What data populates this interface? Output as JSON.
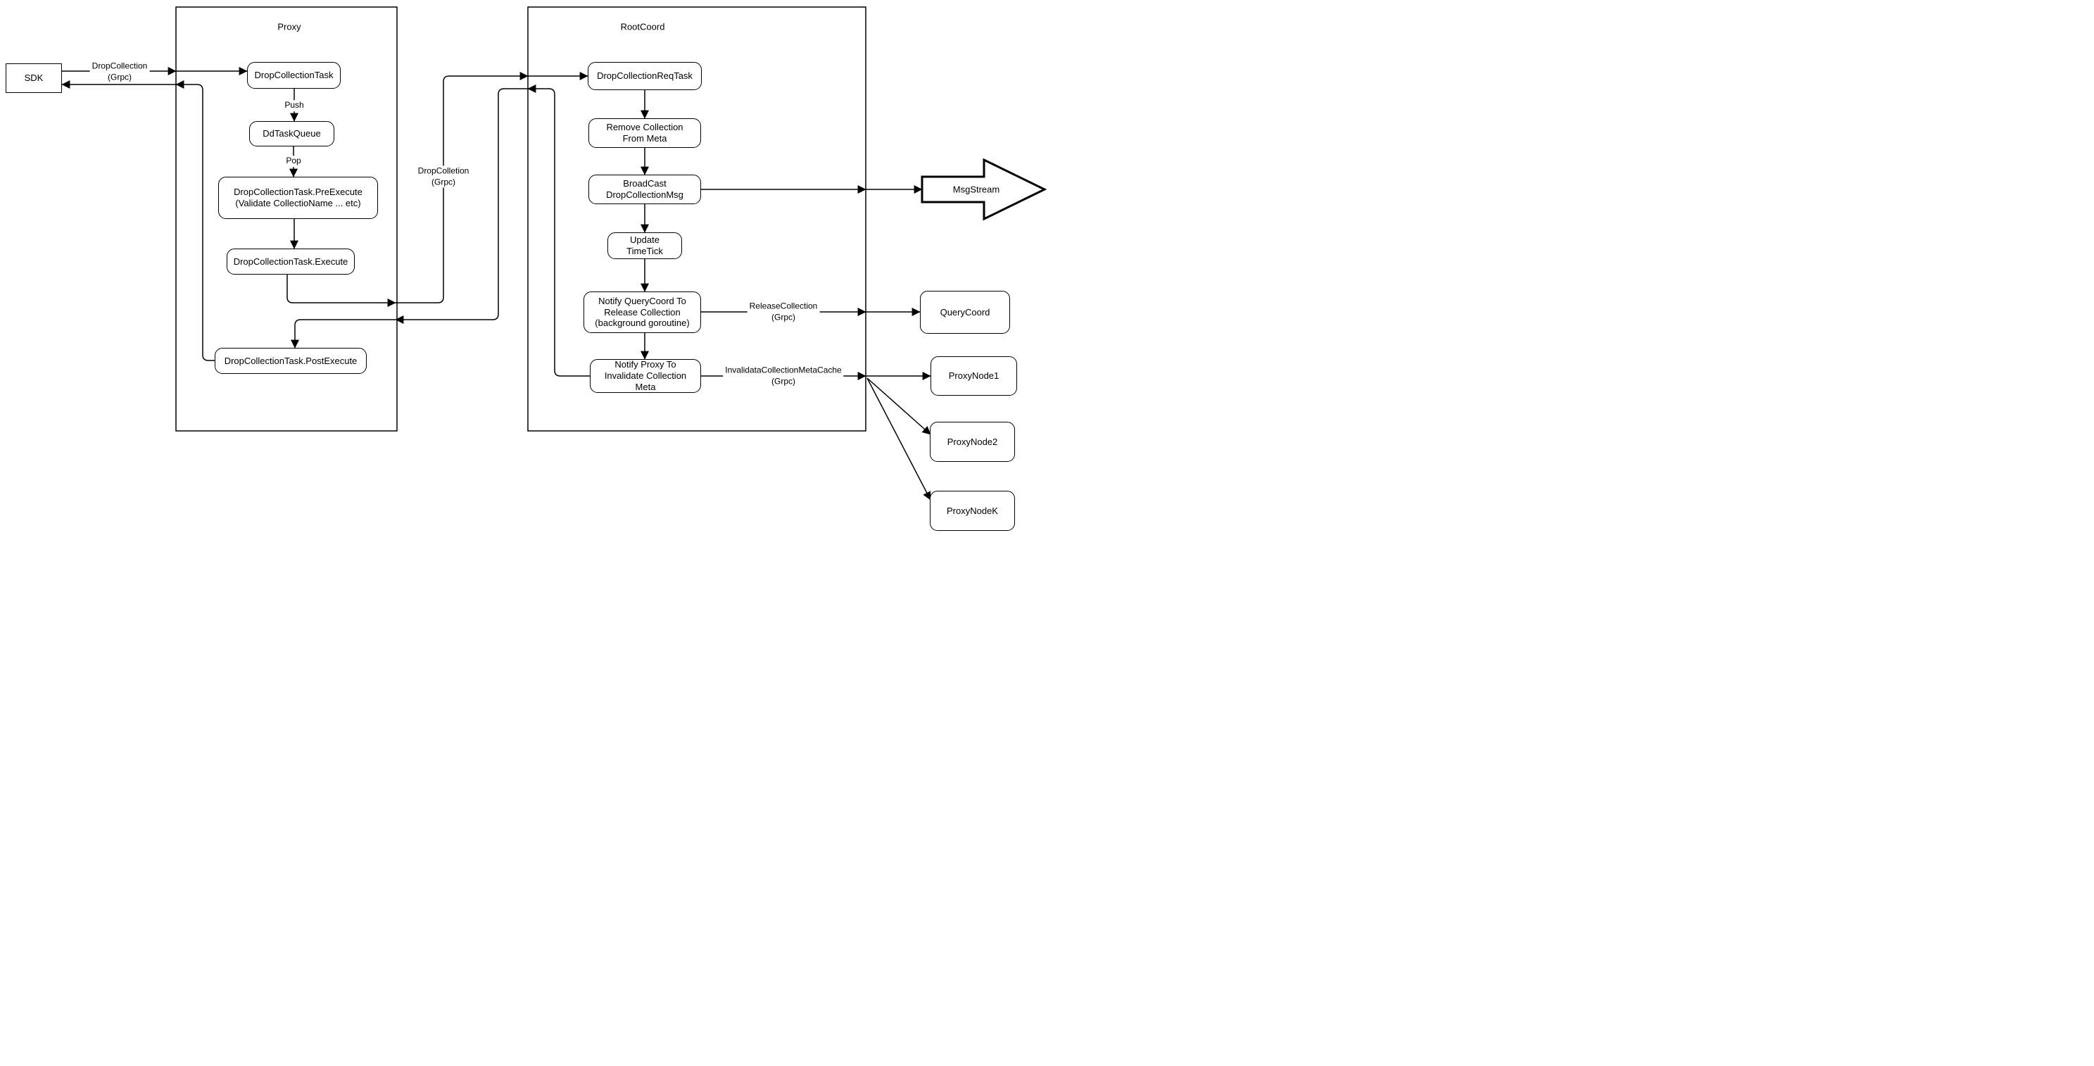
{
  "containers": {
    "proxy": {
      "title": "Proxy"
    },
    "rootcoord": {
      "title": "RootCoord"
    }
  },
  "nodes": {
    "sdk": {
      "label": "SDK"
    },
    "drop_collection_task": {
      "label": "DropCollectionTask"
    },
    "dd_task_queue": {
      "label": "DdTaskQueue"
    },
    "pre_execute": {
      "lines": [
        "DropCollectionTask.PreExecute",
        "(Validate CollectioName ... etc)"
      ]
    },
    "execute": {
      "label": "DropCollectionTask.Execute"
    },
    "post_execute": {
      "label": "DropCollectionTask.PostExecute"
    },
    "drop_collection_req_task": {
      "label": "DropCollectionReqTask"
    },
    "remove_collection": {
      "lines": [
        "Remove Collection",
        "From Meta"
      ]
    },
    "broadcast": {
      "lines": [
        "BroadCast",
        "DropCollectionMsg"
      ]
    },
    "update_timetick": {
      "label": "Update TimeTick"
    },
    "notify_querycoord": {
      "lines": [
        "Notify QueryCoord To",
        "Release Collection",
        "(background goroutine)"
      ]
    },
    "notify_proxy": {
      "lines": [
        "Notify Proxy To",
        "Invalidate Collection Meta"
      ]
    },
    "msgstream": {
      "label": "MsgStream"
    },
    "querycoord": {
      "label": "QueryCoord"
    },
    "proxynode1": {
      "label": "ProxyNode1"
    },
    "proxynode2": {
      "label": "ProxyNode2"
    },
    "proxynodek": {
      "label": "ProxyNodeK"
    }
  },
  "edge_labels": {
    "sdk_grpc": {
      "lines": [
        "DropCollection",
        "(Grpc)"
      ]
    },
    "push": {
      "label": "Push"
    },
    "pop": {
      "label": "Pop"
    },
    "proxy_rootcoord_grpc": {
      "lines": [
        "DropColletion",
        "(Grpc)"
      ]
    },
    "release_collection": {
      "lines": [
        "ReleaseCollection",
        "(Grpc)"
      ]
    },
    "invalidate_cache": {
      "lines": [
        "InvalidataCollectionMetaCache",
        "(Grpc)"
      ]
    }
  },
  "colors": {
    "stroke": "#000000",
    "node_fill": "#ffffff",
    "background": "#ffffff"
  }
}
